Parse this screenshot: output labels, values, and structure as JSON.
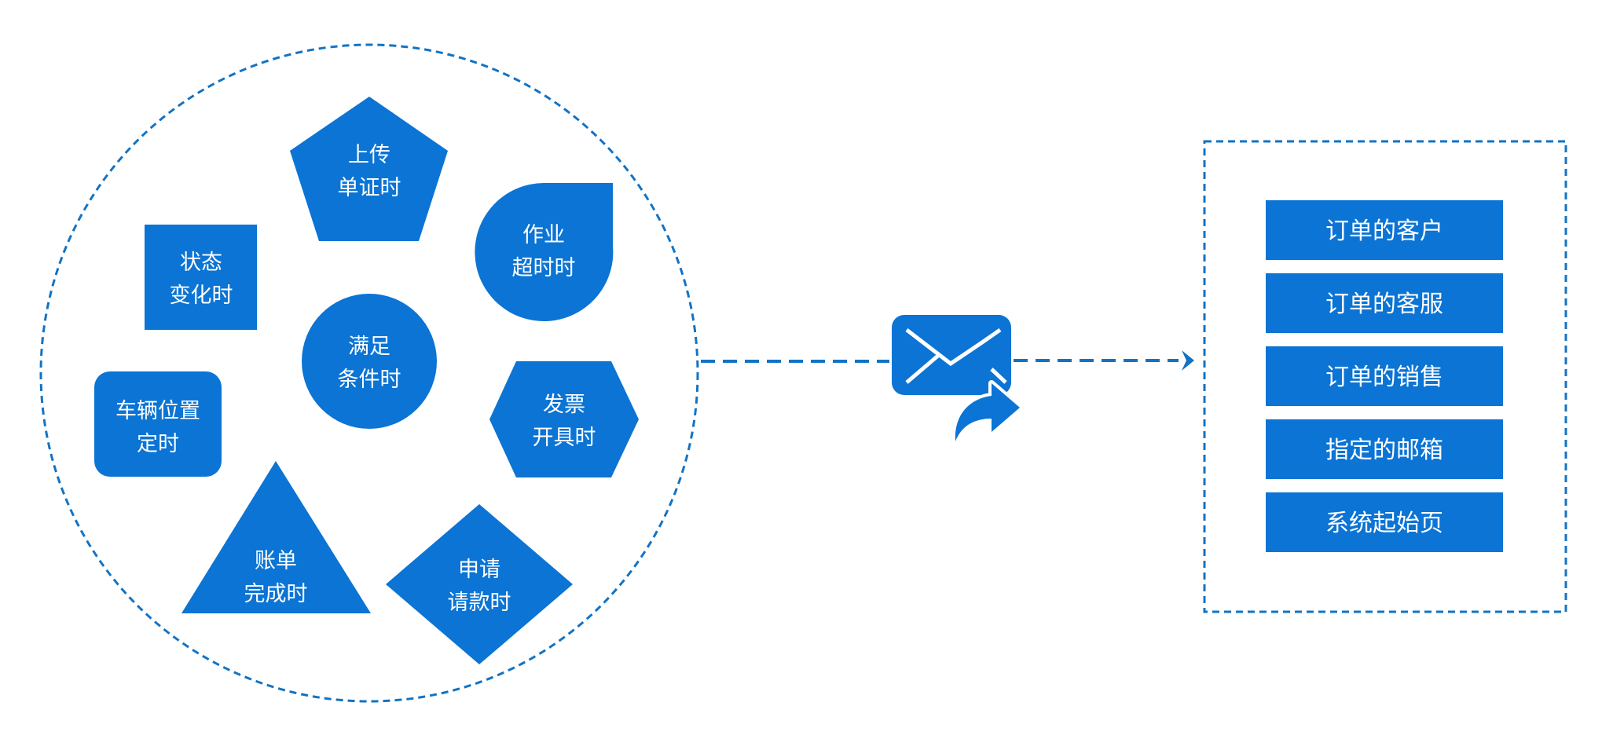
{
  "colors": {
    "primary": "#0b74d4",
    "border": "#1273c4",
    "background": "#ffffff"
  },
  "triggers": {
    "center": {
      "line1": "满足",
      "line2": "条件时"
    },
    "upload": {
      "line1": "上传",
      "line2": "单证时"
    },
    "timeout": {
      "line1": "作业",
      "line2": "超时时"
    },
    "status": {
      "line1": "状态",
      "line2": "变化时"
    },
    "vehicle": {
      "line1": "车辆位置",
      "line2": "定时"
    },
    "invoice": {
      "line1": "发票",
      "line2": "开具时"
    },
    "bill": {
      "line1": "账单",
      "line2": "完成时"
    },
    "payment": {
      "line1": "申请",
      "line2": "请款时"
    }
  },
  "icon": "mail-forward-icon",
  "recipients": [
    "订单的客户",
    "订单的客服",
    "订单的销售",
    "指定的邮箱",
    "系统起始页"
  ]
}
